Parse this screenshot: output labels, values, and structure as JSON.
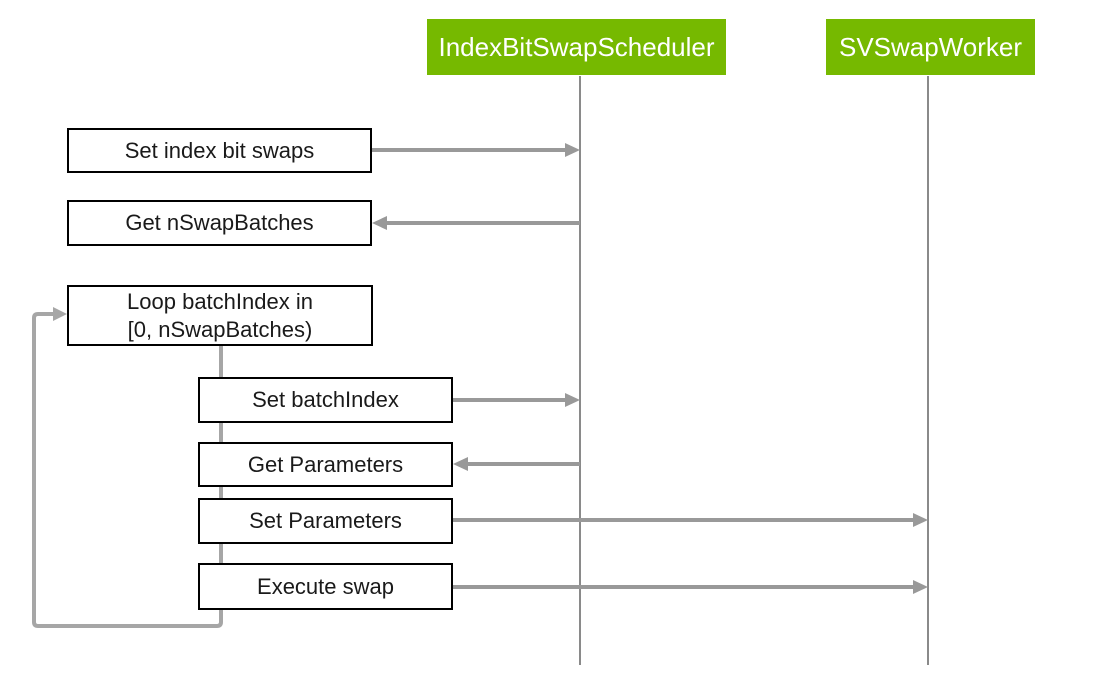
{
  "diagram": {
    "type": "sequence-diagram",
    "actors": [
      {
        "id": "scheduler",
        "label": "IndexBitSwapScheduler"
      },
      {
        "id": "worker",
        "label": "SVSwapWorker"
      }
    ],
    "messages": [
      {
        "label": "Set index bit swaps",
        "from": "caller",
        "to": "scheduler",
        "direction": "right"
      },
      {
        "label": "Get nSwapBatches",
        "from": "scheduler",
        "to": "caller",
        "direction": "left"
      },
      {
        "label": "Set batchIndex",
        "from": "caller",
        "to": "scheduler",
        "direction": "right"
      },
      {
        "label": "Get Parameters",
        "from": "scheduler",
        "to": "caller",
        "direction": "left"
      },
      {
        "label": "Set Parameters",
        "from": "caller",
        "to": "worker",
        "direction": "right"
      },
      {
        "label": "Execute swap",
        "from": "caller",
        "to": "worker",
        "direction": "right"
      }
    ],
    "loop": {
      "label_line1": "Loop batchIndex in",
      "label_line2": "[0, nSwapBatches)"
    },
    "colors": {
      "actor_green": "#76b900",
      "arrow_gray": "#999999",
      "loop_gray": "#a6a6a6",
      "lifeline_gray": "#8a8a8a",
      "box_border": "#000000",
      "background": "#ffffff"
    }
  }
}
